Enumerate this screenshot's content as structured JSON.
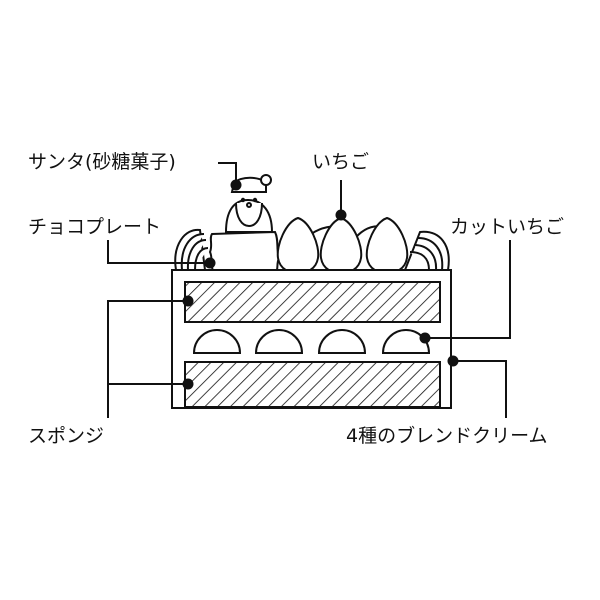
{
  "labels": {
    "santa": "サンタ(砂糖菓子)",
    "strawberry": "いちご",
    "choco_plate": "チョコプレート",
    "cut_strawberry": "カットいちご",
    "sponge": "スポンジ",
    "cream": "4種のブレンドクリーム"
  },
  "colors": {
    "line": "#111111",
    "background": "#ffffff"
  }
}
